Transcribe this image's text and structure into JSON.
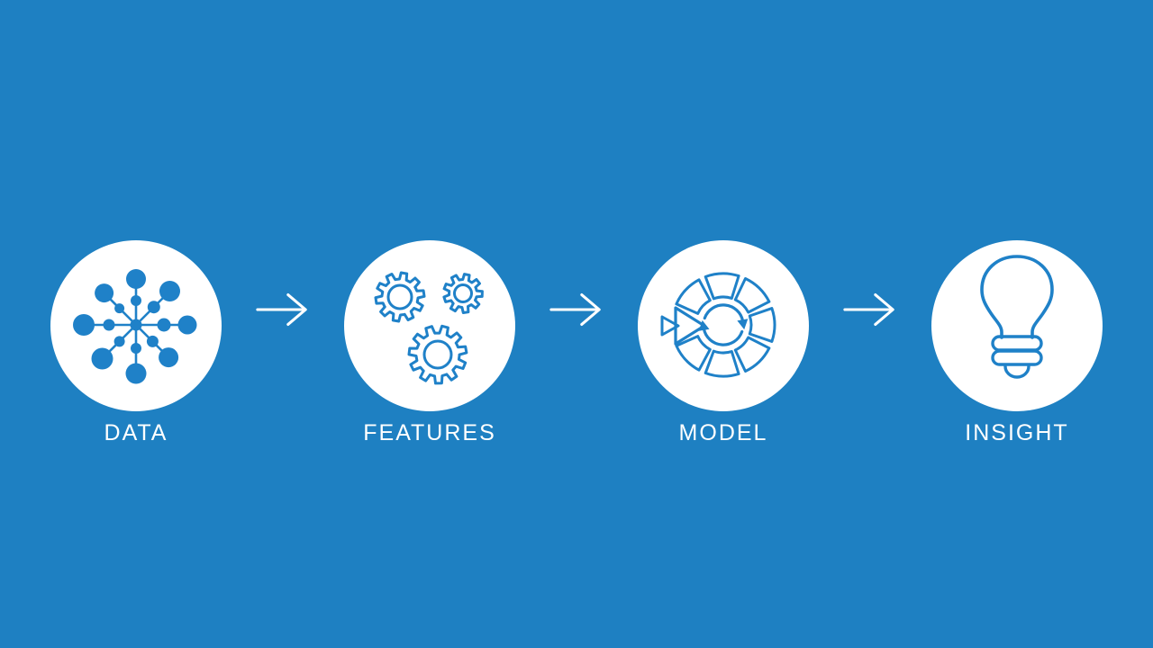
{
  "slide": {
    "background_color": "#1e80c2",
    "icon_color": "#1f81c8",
    "circle_color": "#ffffff",
    "text_color": "#ffffff",
    "steps": [
      {
        "label": "DATA",
        "icon": "network-nodes-icon"
      },
      {
        "label": "FEATURES",
        "icon": "gears-icon"
      },
      {
        "label": "MODEL",
        "icon": "model-cycle-icon"
      },
      {
        "label": "INSIGHT",
        "icon": "lightbulb-icon"
      }
    ],
    "connector": {
      "icon": "right-arrow-icon"
    }
  }
}
